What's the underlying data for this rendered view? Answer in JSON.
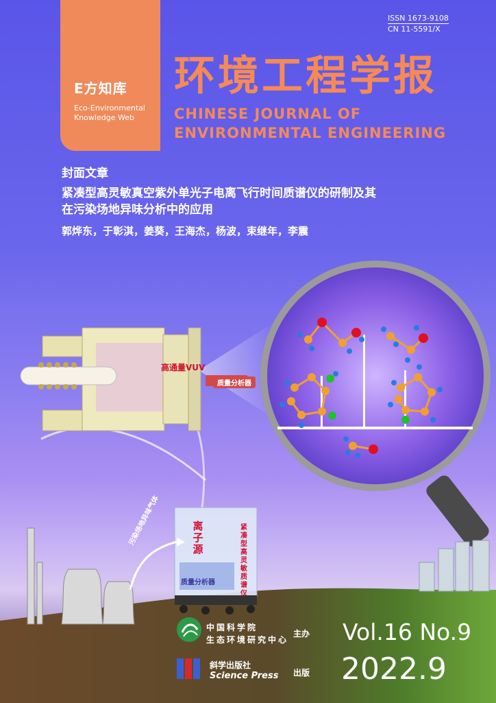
{
  "colors": {
    "orange": "#f08a5a",
    "accent_red": "#d01030",
    "background_blue": "#6a66ec"
  },
  "brand": {
    "logo_name": "E方知库",
    "logo_sub_1": "Eco-Environmental",
    "logo_sub_2": "Knowledge Web"
  },
  "issn": "ISSN  1673-9108",
  "cn": "CN  11-5591/X",
  "journal": {
    "title_cn": "环境工程学报",
    "title_en_1": "CHINESE JOURNAL OF",
    "title_en_2": "ENVIRONMENTAL ENGINEERING"
  },
  "cover_article": {
    "label": "封面文章",
    "title_line_1": "紧凑型高灵敏真空紫外单光子电离飞行时间质谱仪的研制及其",
    "title_line_2": "在污染场地异味分析中的应用",
    "authors": "郭烨东，于彰淇，姜葵，王海杰，杨波，束继年，李震"
  },
  "figure_labels": {
    "vuv": "高通量VUV",
    "mass_analyzer": "质量分析器",
    "ion_source": "离子源",
    "device_name": "紧凑型高灵敏质谱仪",
    "mass_analyzer_device": "质量分析器",
    "gas": "污染场地异味气体"
  },
  "sponsor": {
    "org_line_1": "中国科学院",
    "org_line_2": "生态环境研究中心",
    "role": "主办"
  },
  "publisher": {
    "name_cn": "斜学出版社",
    "name_en": "Science Press",
    "role": "出版"
  },
  "issue": {
    "volume": "Vol.16  No.9",
    "date": "2022.9"
  }
}
